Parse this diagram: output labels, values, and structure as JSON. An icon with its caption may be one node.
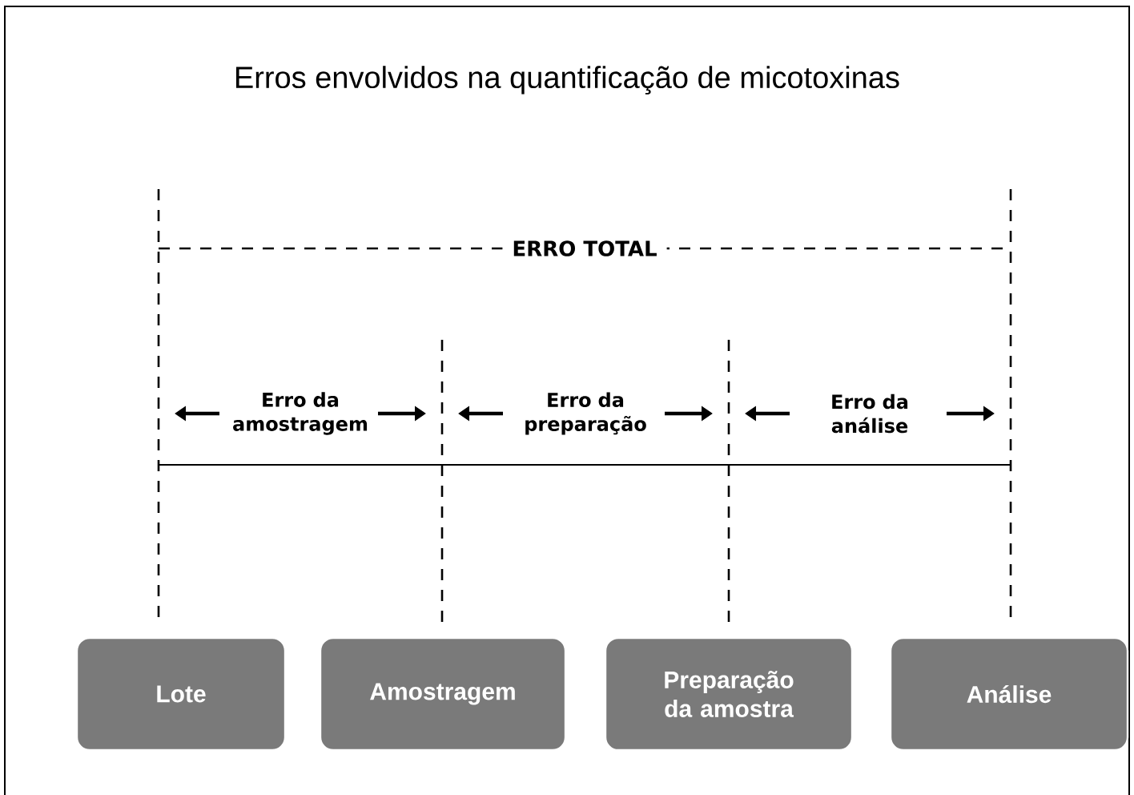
{
  "diagram": {
    "title": "Erros envolvidos na quantificação de micotoxinas",
    "nodes": [
      {
        "text": [
          "Lote"
        ]
      },
      {
        "text": [
          "Amostragem"
        ]
      },
      {
        "text": [
          "Preparação da amostra"
        ]
      },
      {
        "text": [
          "Análise"
        ]
      }
    ],
    "labels": [
      "ERRO TOTAL",
      "Erro da amostragem",
      "Erro da preparação",
      "Erro da análise"
    ]
  }
}
